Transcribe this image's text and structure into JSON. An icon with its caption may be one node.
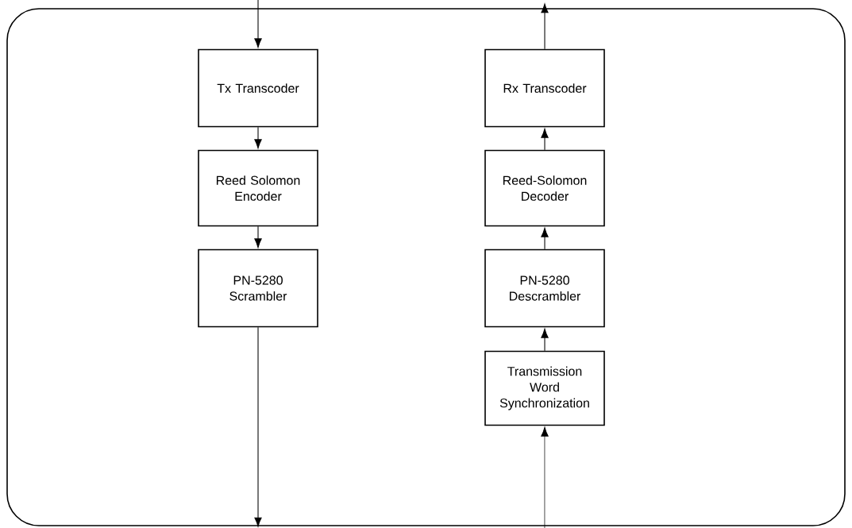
{
  "diagram": {
    "nodes": [
      {
        "text": [
          "Tx Transcoder"
        ]
      },
      {
        "text": [
          "Reed Solomon Encoder"
        ]
      },
      {
        "text": [
          "PN-5280 Scrambler"
        ]
      },
      {
        "text": [
          "Rx Transcoder"
        ]
      },
      {
        "text": [
          "Reed-Solomon Decoder"
        ]
      },
      {
        "text": [
          "PN-5280 Descrambler"
        ]
      },
      {
        "text": [
          "Transmission Word Synchronization"
        ]
      }
    ],
    "edges": [
      {
        "from": null,
        "to": 0,
        "arrow": "to"
      },
      {
        "from": 0,
        "to": 1,
        "arrow": "to"
      },
      {
        "from": 1,
        "to": 2,
        "arrow": "to"
      },
      {
        "from": 2,
        "to": null,
        "arrow": "to"
      },
      {
        "from": null,
        "to": 6,
        "arrow": "to"
      },
      {
        "from": 6,
        "to": 5,
        "arrow": "to"
      },
      {
        "from": 5,
        "to": 4,
        "arrow": "to"
      },
      {
        "from": 4,
        "to": 3,
        "arrow": "to"
      },
      {
        "from": 3,
        "to": null,
        "arrow": "to"
      }
    ]
  }
}
